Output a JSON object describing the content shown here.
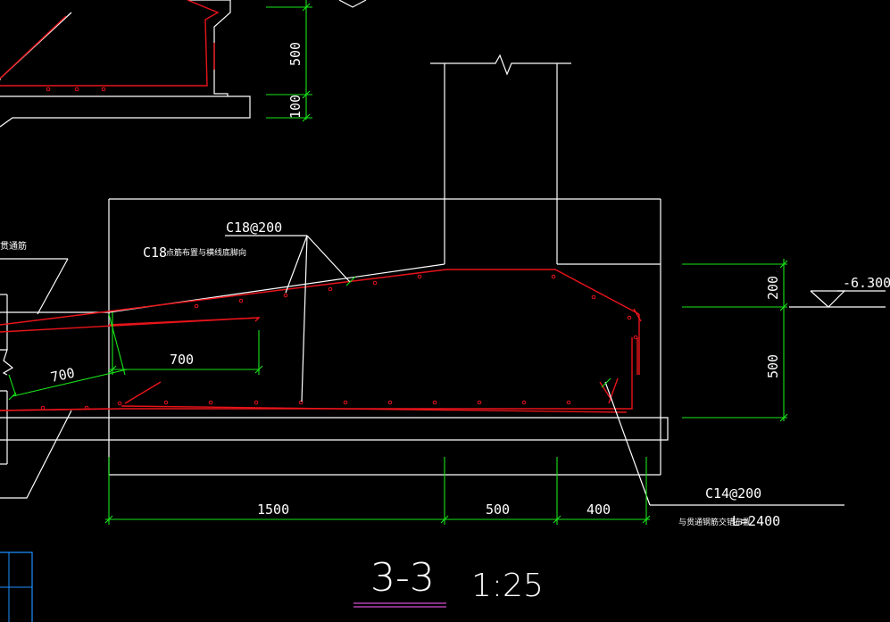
{
  "section": {
    "title": "3-3",
    "scale": "1:25"
  },
  "dimensions": {
    "top_500": "500",
    "top_100": "100",
    "right_200": "200",
    "right_500": "500",
    "bottom_1500": "1500",
    "bottom_500": "500",
    "bottom_400": "400",
    "mid_700": "700",
    "left_700": "700"
  },
  "elevation": "-6.300",
  "labels": {
    "top_rebar": "C18@200",
    "top_rebar_note": "C18",
    "top_rebar_note_small": "点筋布置与横线底脚向",
    "bottom_rebar": "C14@200",
    "bottom_rebar_note_small": "与贯通钢筋交错布置",
    "bottom_rebar_length": "L=2400",
    "left_cut_label": "贯通筋"
  },
  "colors": {
    "background": "#000000",
    "outline": "#ffffff",
    "rebar": "#e8141b",
    "dimension": "#19e619",
    "title_underline": "#d24cd2",
    "frame": "#1e90ff"
  }
}
